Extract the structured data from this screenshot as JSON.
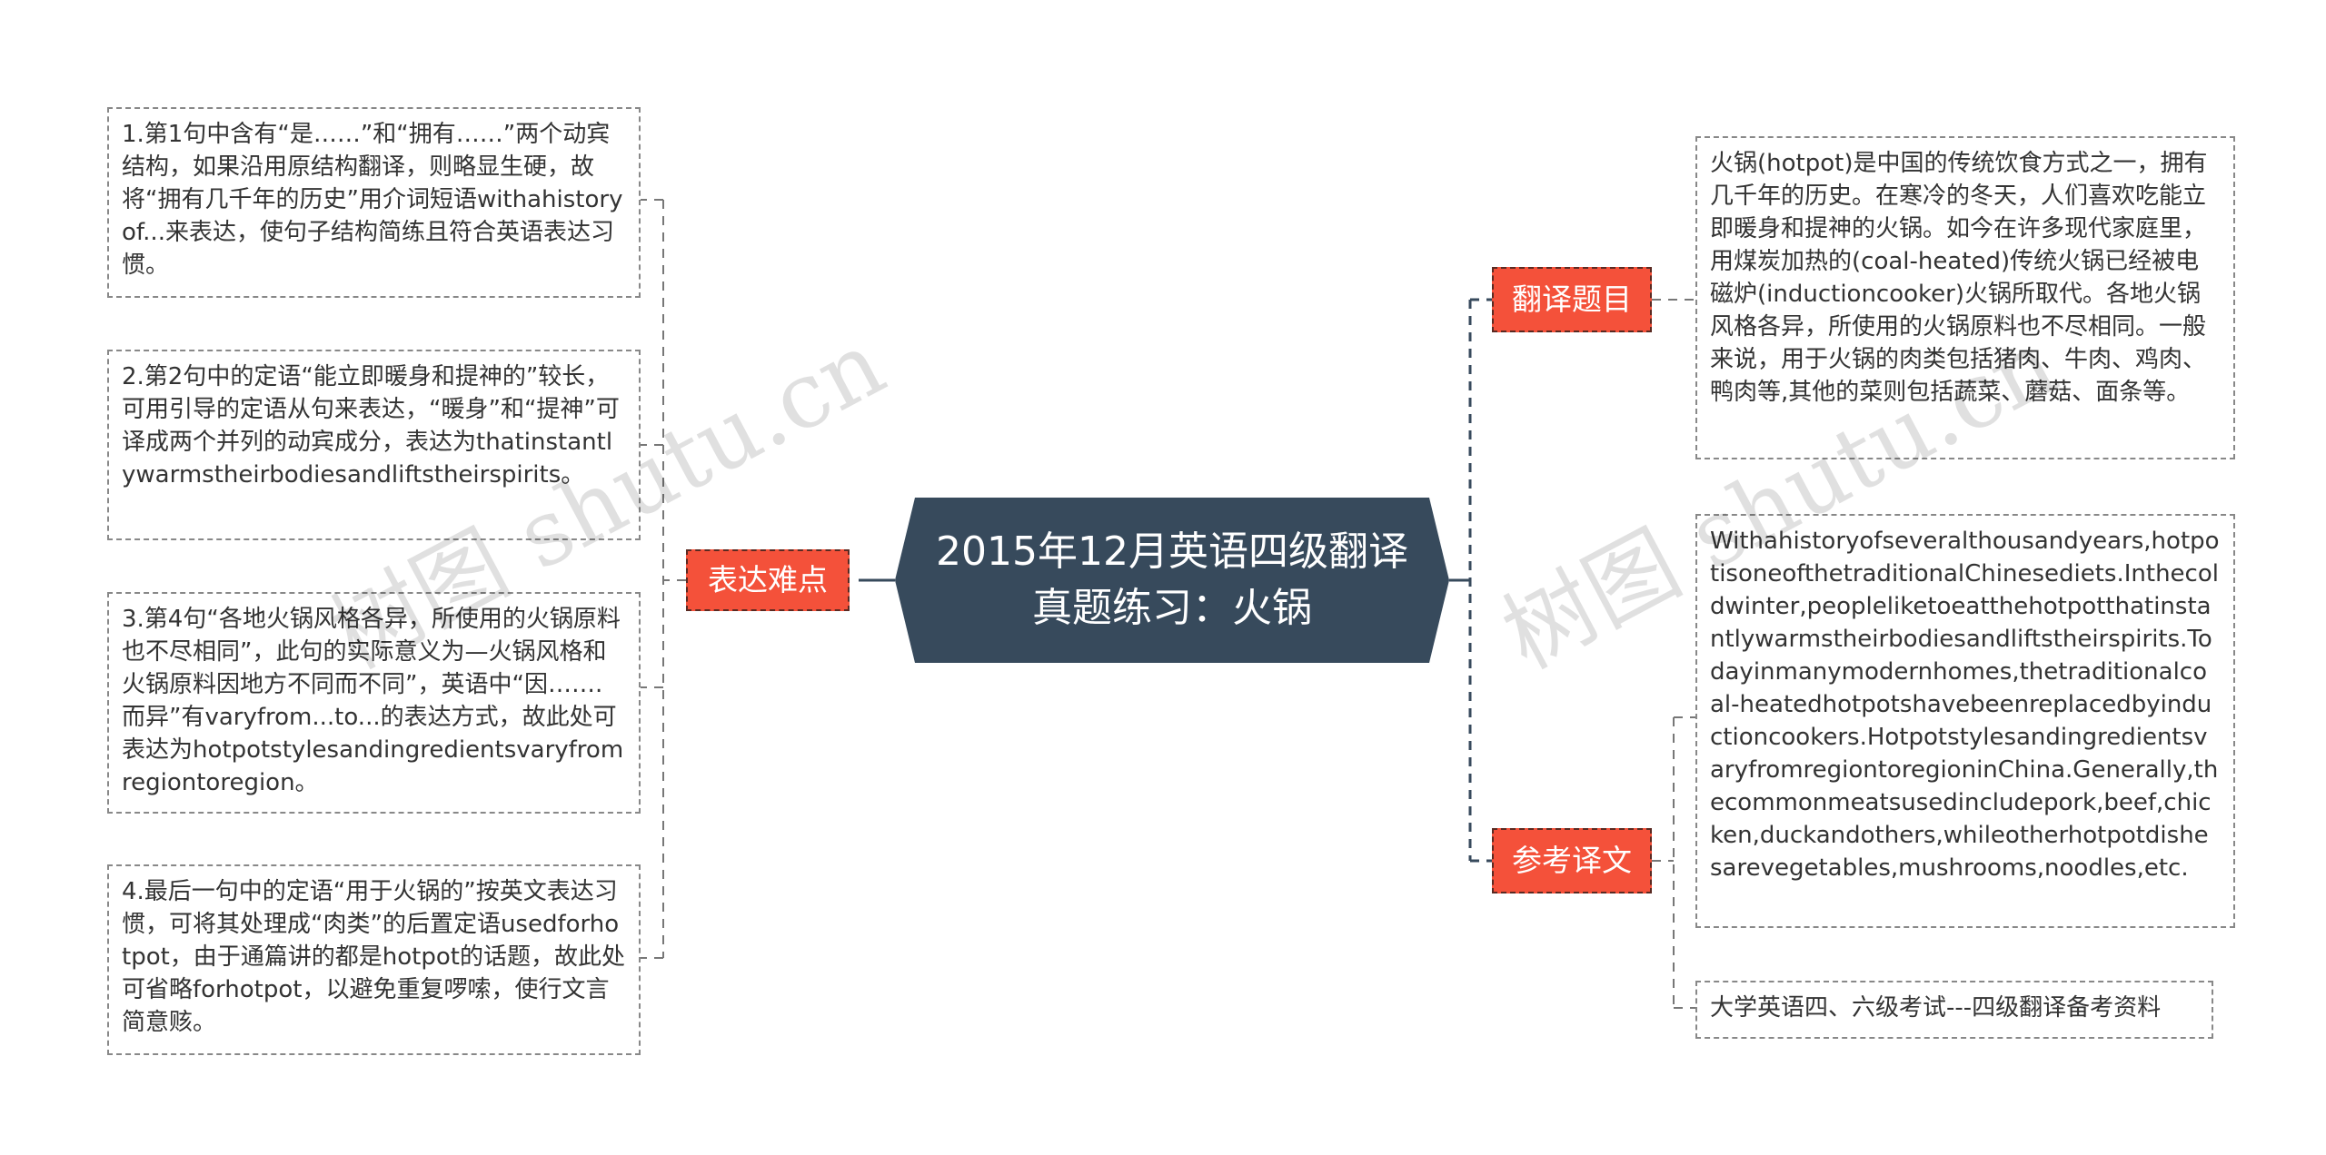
{
  "center": {
    "title": "2015年12月英语四级翻译真题练习：火锅"
  },
  "branches": {
    "difficulties": "表达难点",
    "question": "翻译题目",
    "reference": "参考译文"
  },
  "leaves": {
    "d1": "1.第1句中含有“是……”和“拥有……”两个动宾结构，如果沿用原结构翻译，则略显生硬，故将“拥有几千年的历史”用介词短语withahistoryof...来表达，使句子结构简练且符合英语表达习惯。",
    "d2": "2.第2句中的定语“能立即暖身和提神的”较长，可用引导的定语从句来表达，“暖身”和“提神”可译成两个并列的动宾成分，表达为thatinstantlywarmstheirbodiesandliftstheirspirits。",
    "d3": "3.第4句“各地火锅风格各异，所使用的火锅原料也不尽相同”，此句的实际意义为—火锅风格和火锅原料因地方不同而不同”，英语中“因…….而异”有varyfrom...to...的表达方式，故此处可表达为hotpotstylesandingredientsvaryfromregiontoregion。",
    "d4": "4.最后一句中的定语“用于火锅的”按英文表达习惯，可将其处理成“肉类”的后置定语usedforhotpot，由于通篇讲的都是hotpot的话题，故此处可省略forhotpot，以避免重复啰嗦，使行文言简意赅。",
    "question": "火锅(hotpot)是中国的传统饮食方式之一，拥有几千年的历史。在寒冷的冬天，人们喜欢吃能立即暖身和提神的火锅。如今在许多现代家庭里，用煤炭加热的(coal-heated)传统火锅已经被电磁炉(inductioncooker)火锅所取代。各地火锅风格各异，所使用的火锅原料也不尽相同。一般来说，用于火锅的肉类包括猪肉、牛肉、鸡肉、鸭肉等,其他的菜则包括蔬菜、蘑菇、面条等。",
    "translation": "Withahistoryofseveralthousandyears,hotpotisoneofthetraditionalChinesediets.Inthecoldwinter,peopleliketoeatthehotpotthatinstantlywarmstheirbodiesandliftstheirspirits.Todayinmanymodernhomes,thetraditionalcoal-heatedhotpotshavebeenreplacedbyinductioncookers.HotpotstylesandingredientsvaryfromregiontoregioninChina.Generally,thecommonmeatsusedincludepork,beef,chicken,duckandothers,whileotherhotpotdishesarevegetables,mushrooms,noodles,etc.",
    "source": "大学英语四、六级考试---四级翻译备考资料"
  },
  "watermarks": {
    "left": "树图 shutu.cn",
    "right": "树图 shutu.cn"
  },
  "colors": {
    "center_fill": "#374a5c",
    "branch_fill": "#f4513a",
    "line": "#374a5c",
    "leaf_border": "#888888"
  }
}
